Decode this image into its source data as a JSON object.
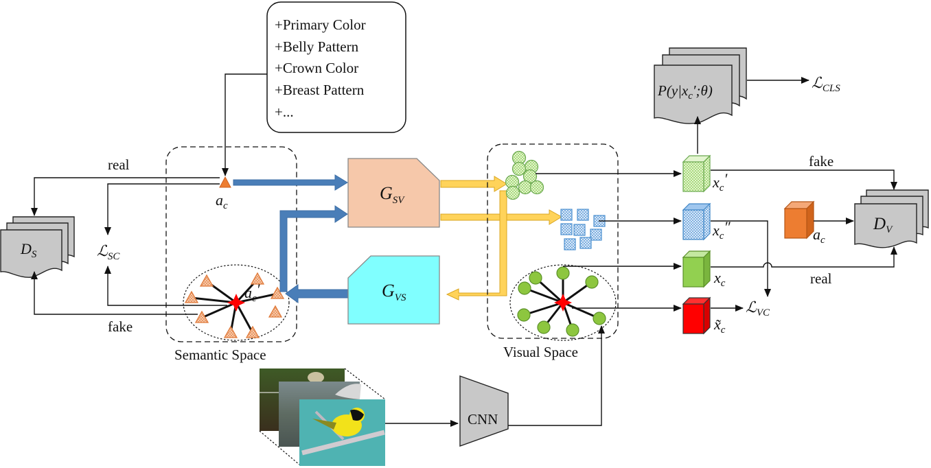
{
  "title": "Semantic-visual generative framework for zero-shot learning",
  "attribute_box": {
    "items": [
      "+Primary Color",
      "+Belly Pattern",
      "+Crown Color",
      "+Breast Pattern",
      "+..."
    ]
  },
  "regions": {
    "semantic_space": "Semantic Space",
    "visual_space": "Visual Space"
  },
  "generators": {
    "g_sv": {
      "main": "G",
      "sub": "SV",
      "color": "#f6c8aa"
    },
    "g_vs": {
      "main": "G",
      "sub": "VS",
      "color": "#80ffff"
    }
  },
  "discriminators": {
    "d_s": {
      "main": "D",
      "sub": "S"
    },
    "d_v": {
      "main": "D",
      "sub": "V"
    }
  },
  "classifier": {
    "label": "P(y|x",
    "sub": "c",
    "rest": "′;θ)"
  },
  "losses": {
    "l_sc": {
      "main": "ℒ",
      "sub": "SC"
    },
    "l_vc": {
      "main": "ℒ",
      "sub": "VC"
    },
    "l_cls": {
      "main": "ℒ",
      "sub": "CLS"
    }
  },
  "symbols": {
    "a_c": {
      "main": "a",
      "sub": "c"
    },
    "a_c_prime": {
      "main": "a",
      "sub": "c",
      "mark": "′"
    },
    "x_c_prime": {
      "main": "x",
      "sub": "c",
      "mark": "′"
    },
    "x_c_dprime": {
      "main": "x",
      "sub": "c",
      "mark": "″"
    },
    "x_c": {
      "main": "x",
      "sub": "c"
    },
    "x_tilde_c": {
      "main": "x̃",
      "sub": "c"
    },
    "a_c_cube": {
      "main": "a",
      "sub": "c"
    }
  },
  "edge_labels": {
    "semantic_real": "real",
    "semantic_fake": "fake",
    "visual_fake": "fake",
    "visual_real": "real"
  },
  "cnn": {
    "label": "CNN"
  },
  "colors": {
    "blue_arrow": "#4a7eb8",
    "yellow_arrow": "#ffd35a",
    "orange": "#ed7d31",
    "green": "#92d050",
    "blue_feature": "#5b9bd5",
    "red": "#ff0000",
    "gray_doc": "#c8c8c8"
  }
}
